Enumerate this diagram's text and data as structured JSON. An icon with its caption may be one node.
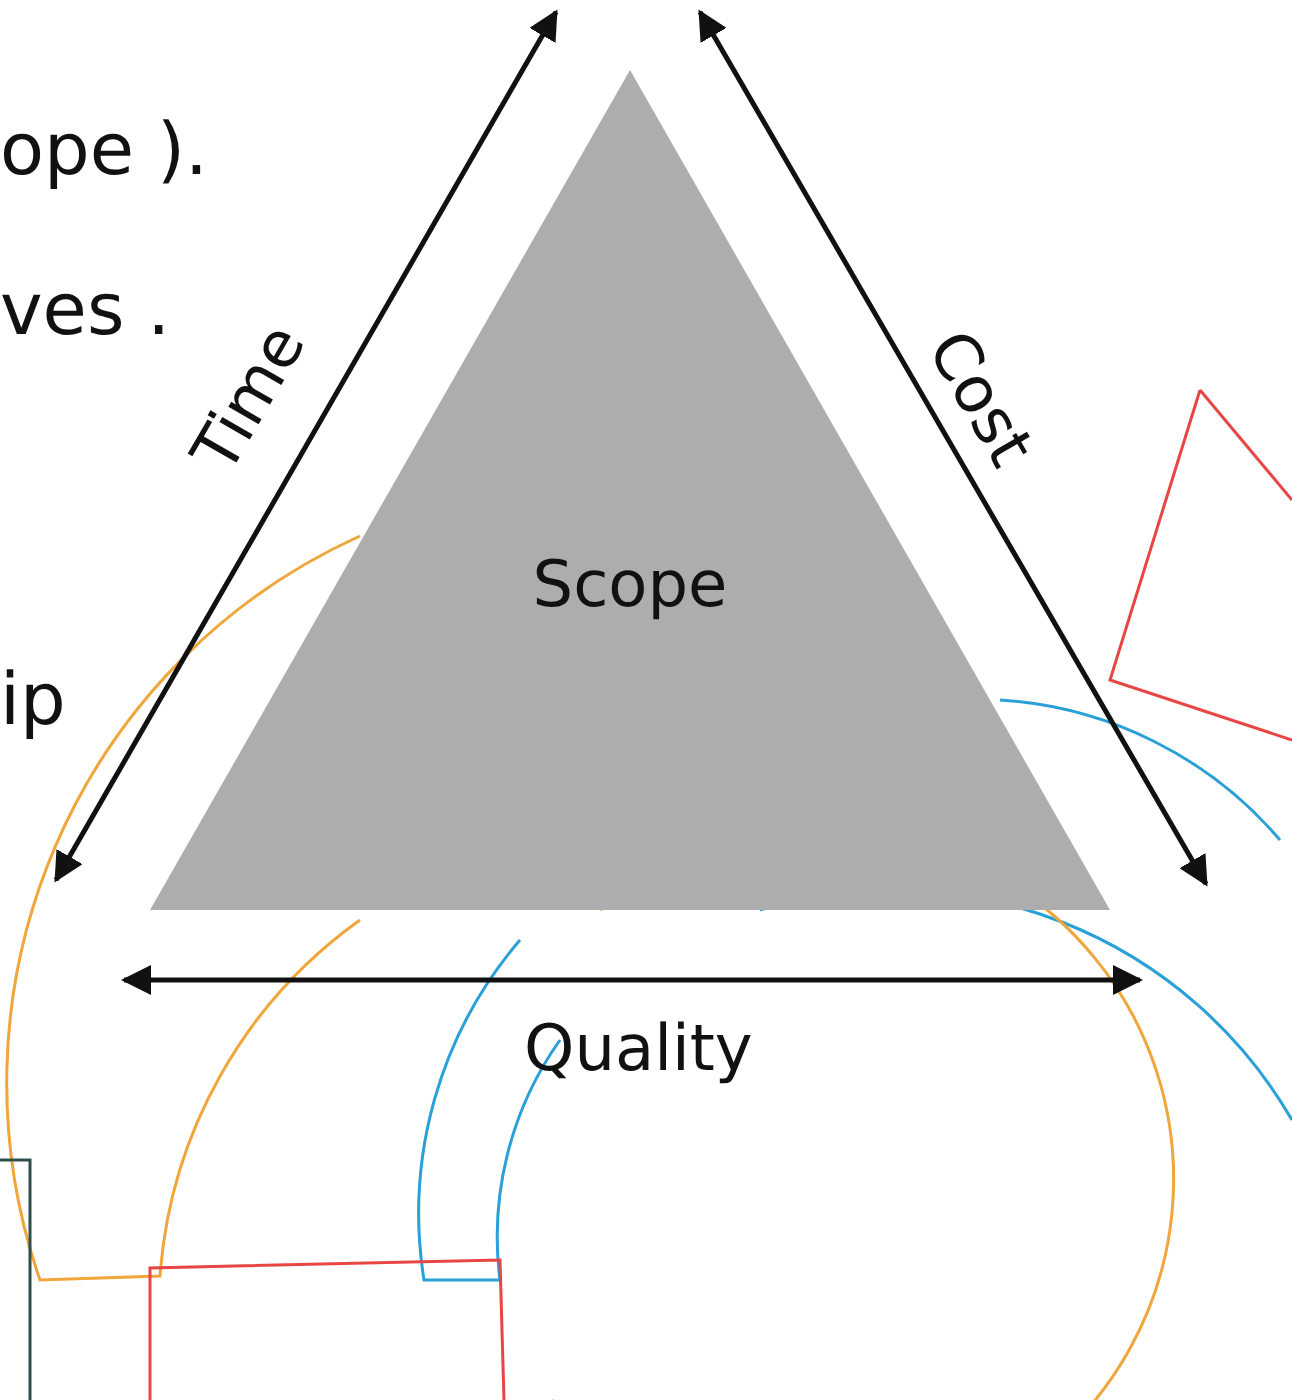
{
  "diagram": {
    "nodes": [
      {
        "text": [
          "Scope"
        ]
      }
    ],
    "edges": [],
    "labels": [
      "ope ).",
      "ves .",
      "ip",
      "Time",
      "Cost",
      "Quality"
    ]
  }
}
